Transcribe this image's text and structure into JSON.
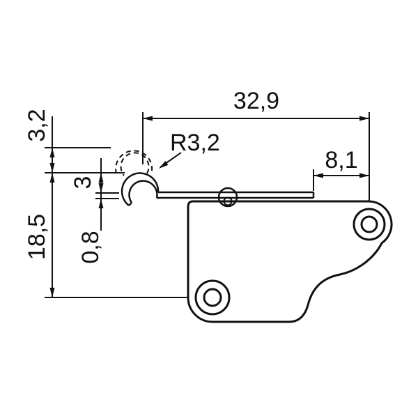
{
  "page": {
    "background": "#ffffff",
    "line_color": "#111111"
  },
  "drawing": {
    "type": "technical-dimension-drawing",
    "dimension_labels": {
      "overall_width": "32,9",
      "hole_offset": "8,1",
      "lever_radius": "R3,2",
      "travel": "3,2",
      "overall_height": "18,5",
      "hook_height": "3",
      "lever_thickness": "0,8"
    }
  }
}
